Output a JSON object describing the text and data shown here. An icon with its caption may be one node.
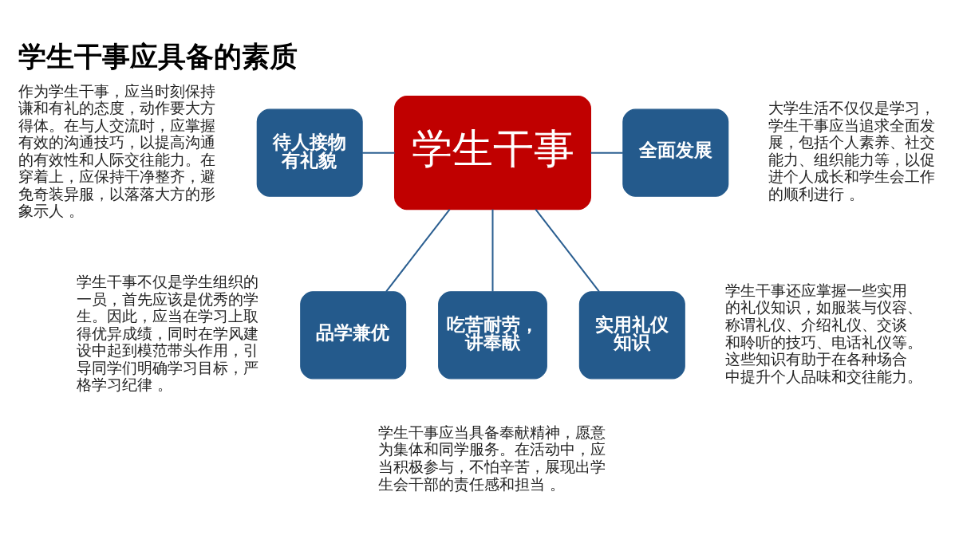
{
  "diagram": {
    "title": "学生干事应具备的素质",
    "nodes": [
      {
        "text": [
          "学生干事"
        ]
      },
      {
        "text": [
          "待人接物有礼貌"
        ],
        "beside": [
          "作为学生干事，应当时刻保持谦和有礼的态度，动作要大方得体。在与人交流时，应掌握有效的沟通技巧，以提高沟通的有效性和人际交往能力。在穿着上，应保持干净整齐，避免奇装异服，以落落大方的形象示人 。"
        ]
      },
      {
        "text": [
          "全面发展"
        ],
        "beside": [
          "大学生活不仅仅是学习，学生干事应当追求全面发展，包括个人素养、社交能力、组织能力等，以促进个人成长和学生会工作的顺利进行 。"
        ]
      },
      {
        "text": [
          "品学兼优"
        ],
        "beside": [
          "学生干事不仅是学生组织的一员，首先应该是优秀的学生。因此，应当在学习上取得优异成绩，同时在学风建设中起到模范带头作用，引导同学们明确学习目标，严格学习纪律 。"
        ]
      },
      {
        "text": [
          "吃苦耐劳，讲奉献"
        ],
        "beside": [
          "学生干事应当具备奉献精神，愿意为集体和同学服务。在活动中，应当积极参与，不怕辛苦，展现出学生会干部的责任感和担当 。"
        ]
      },
      {
        "text": [
          "实用礼仪知识"
        ],
        "beside": [
          "学生干事还应掌握一些实用的礼仪知识，如服装与仪容、称谓礼仪、介绍礼仪、交谈和聆听的技巧、电话礼仪等。这些知识有助于在各种场合中提升个人品味和交往能力。"
        ]
      }
    ],
    "edges": [
      {
        "from": 0,
        "to": 1,
        "arrow": "none"
      },
      {
        "from": 0,
        "to": 2,
        "arrow": "none"
      },
      {
        "from": 0,
        "to": 3,
        "arrow": "none"
      },
      {
        "from": 0,
        "to": 4,
        "arrow": "none"
      },
      {
        "from": 0,
        "to": 5,
        "arrow": "none"
      }
    ]
  }
}
